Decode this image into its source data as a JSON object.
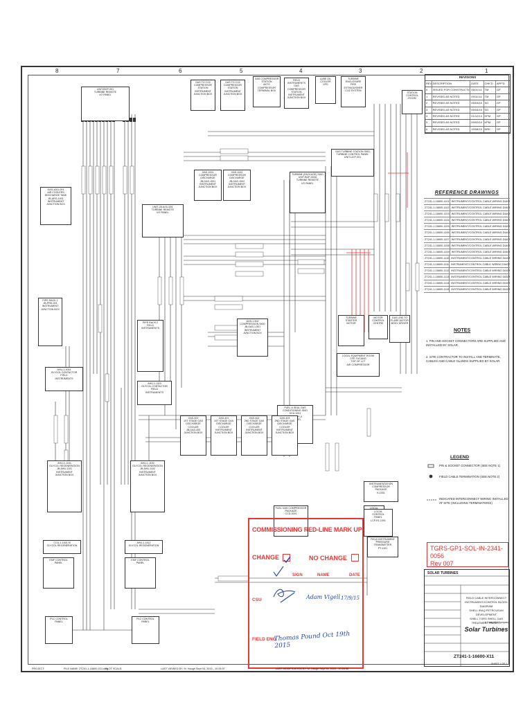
{
  "zones_top": [
    "8",
    "7",
    "6",
    "5",
    "4",
    "3",
    "2",
    "1"
  ],
  "revisions": {
    "title": "REVISIONS",
    "headers": [
      "REV",
      "DESCRIPTION",
      "DATE",
      "CHK'D",
      "APP'D"
    ],
    "rows": [
      [
        "0",
        "ISSUED FOR CONSTRUCTION",
        "08/11/14",
        "TM",
        "GP"
      ],
      [
        "1",
        "REVISED AS NOTED",
        "09/11/14",
        "TM",
        "GP"
      ],
      [
        "2",
        "REVISED AS NOTED",
        "05/03/15",
        "SG",
        "GP"
      ],
      [
        "3",
        "REVISED AS NOTED",
        "05/04/15",
        "SG",
        "GP"
      ],
      [
        "4",
        "REVISED AS NOTED",
        "01/12/14",
        "KPM",
        "GP"
      ],
      [
        "5",
        "REVISED AS NOTED",
        "09/02/14",
        "KPM",
        "GP"
      ],
      [
        "6",
        "REVISED AS NOTED",
        "19/08/15",
        "NRK",
        "GP"
      ]
    ]
  },
  "reference": {
    "title": "REFERENCE DRAWINGS",
    "rows": [
      [
        "ZT241-1-16600-1101",
        "INSTRUMENT/CONTROL CABLE WIRING DIAGRAM"
      ],
      [
        "ZT241-1-16600-1102",
        "INSTRUMENT/CONTROL CABLE WIRING DIAGRAM"
      ],
      [
        "ZT241-1-16600-1103",
        "INSTRUMENT/CONTROL CABLE WIRING DIAGRAM"
      ],
      [
        "ZT241-1-16600-1104",
        "INSTRUMENT/CONTROL CABLE WIRING DIAGRAM"
      ],
      [
        "ZT241-1-16600-1105",
        "INSTRUMENT/CONTROL CABLE WIRING DIAGRAM"
      ],
      [
        "ZT241-1-16600-1106",
        "INSTRUMENT/CONTROL CABLE WIRING DIAGRAM"
      ],
      [
        "ZT241-1-16600-1107",
        "INSTRUMENT/CONTROL CABLE WIRING DIAGRAM"
      ],
      [
        "ZT241-1-16600-1108",
        "INSTRUMENT/CONTROL CABLE WIRING DIAGRAM"
      ],
      [
        "ZT241-1-16600-1109",
        "INSTRUMENT/CONTROL CABLE WIRING DIAGRAM"
      ],
      [
        "ZT241-1-16600-1110",
        "INSTRUMENT/CONTROL CABLE WIRING DIAGRAM"
      ],
      [
        "ZT241-1-16600-1111",
        "INSTRUMENT/CONTROL CABLE WIRING DIAGRAM"
      ],
      [
        "ZT241-1-16600-1112",
        "INSTRUMENT/CONTROL CABLE WIRING DIAGRAM"
      ],
      [
        "ZT241-1-16600-1113",
        "INSTRUMENT/CONTROL CABLE WIRING DIAGRAM"
      ],
      [
        "ZT241-1-16600-1114",
        "INSTRUMENT/CONTROL CABLE WIRING DIAGRAM"
      ],
      [
        "ZT241-1-16600-1115",
        "INSTRUMENT/CONTROL CABLE WIRING DIAGRAM"
      ]
    ]
  },
  "notes": {
    "title": "NOTES",
    "items": [
      "1.  PIN AND SOCKET CONNECTORS ARE SUPPLIED AND INSTALLED BY SOLAR.",
      "2.  SITE CONTRACTOR TO INSTALL AND TERMINATE, CABLES AND CABLE GLANDS SUPPLIED BY SOLAR."
    ]
  },
  "legend": {
    "title": "LEGEND",
    "items": [
      "PIN & SOCKET CONNECTOR (SEE NOTE 1)",
      "FIELD CABLE TERMINATION (SEE NOTE 2)",
      "INDICATED INTERCONNECT WIRING INSTALLED AT SITE (INCLUDING TERMINATIONS)"
    ]
  },
  "doc_stamp": {
    "line1": "TGRS-GP1-SOL-IN-2341-0056",
    "line2": "Rev 007"
  },
  "redline": {
    "title": "COMMISSIONING RED-LINE MARK UP",
    "change": "CHANGE",
    "no_change": "NO CHANGE",
    "cols": [
      "SIGN",
      "NAME",
      "DATE"
    ],
    "csu": "CSU",
    "field_eng": "FIELD ENG",
    "csu_name": "Adam Vigell",
    "csu_date": "17/9/15",
    "fe_signature": "Thomas Pound Oct 19th 2015"
  },
  "title_block": {
    "company_short": "SOLAR TURBINES",
    "desc": [
      "FIELD CABLE INTERCONNECT",
      "INSTRUMENT/CONTROL BLOCK DIAGRAM",
      "SHELL IRAQ PETROLEUM DEVELOPMENT",
      "SHELL TGRS SHELL GAS TREATMENT FACILITY"
    ],
    "logo": "Solar Turbines",
    "logo_sub": "A Caterpillar Company",
    "drawing_no": "ZT241-1-16600-X11",
    "sheet": "SHEET 1 OF 1"
  },
  "footer": {
    "project": "PROJECT:",
    "file": "FILE NAME: ZT241-1-16600-X11.dwg",
    "plot": "PLOT SCALE:",
    "last_viewed": "LAST VIEWED BY: M. Haugh Sept 04, 2015 - 10:28:57",
    "last_mod": "LAST MODIFICATION BY: M. Haugh Sept 04, 2015 - 10:28:58"
  },
  "boxes": [
    {
      "id": "b1",
      "t": "UNIT-BOP-001\nTURBINE REMOTE\nI/O PANEL"
    },
    {
      "id": "b2",
      "t": "GAS TO CO2\nCOMPRESSOR STATION\nINSTRUMENT\nJUNCTION BOX"
    },
    {
      "id": "b3",
      "t": "GAS TO CO2\nCOMPRESSOR STATION\nINSTRUMENT\nJUNCTION BOX"
    },
    {
      "id": "b4",
      "t": "GAS COMPRESSOR\nSTATION\nAKTO\nCOMPRESSOR\nTERMINAL BOX"
    },
    {
      "id": "b5",
      "t": "FIELD INSTRUMENTS\nGAS COMPRESSOR\nSTATION\nINSTRUMENT\nJUNCTION BOX"
    },
    {
      "id": "b6",
      "t": "LUBE OIL COOLER\nVFD"
    },
    {
      "id": "b7",
      "t": "TURBINE ENCLOSURE\nFIRE EXTINGUISHER\nCO2 SYSTEM"
    },
    {
      "id": "b8",
      "t": "STATION\nCONTROL\nROOM"
    },
    {
      "id": "b9",
      "t": "GAS-1001-001\nAIR COOLERS DISCHARGE TANK\nJB-ARG-1001\nINSTRUMENT\nJUNCTION BOX"
    },
    {
      "id": "b10",
      "t": "UNIT-28-AOU-001\nTURBINE REMOTE\nI/O PANEL"
    },
    {
      "id": "b11",
      "t": "GAS-1001\nCOMPRESSOR DISCHARGE\nJB-GAS-1001\nINSTRUMENT\nJUNCTION BOX"
    },
    {
      "id": "b12",
      "t": "GAS-1002\nCOMPRESSOR DISCHARGE\nJB-GAS-1002\nINSTRUMENT\nJUNCTION BOX"
    },
    {
      "id": "b13",
      "t": "TURBINE (PACKAGE) SKID\nUNIT-BOP-002A\nTURBINE REMOTE\nI/O PANEL"
    },
    {
      "id": "b14",
      "t": "GAS TURBINE STATION SKID\nTURBINE CONTROL PANEL\nUNIT-UCP-001"
    },
    {
      "id": "b15",
      "t": "PIPE RACK 1\nJB-PRK-001\nINSTRUMENT\nJUNCTION BOX"
    },
    {
      "id": "b16",
      "t": "PIPE RACK 2\nFIELD\nINSTRUMENTS"
    },
    {
      "id": "b17",
      "t": "GAS-1-502\nCOMPRESSION SKID\nJB-GAS-1-501\nINSTRUMENT\nJUNCTION BOX"
    },
    {
      "id": "b18",
      "t": "TURBINE\nSTARTER\nMOTOR"
    },
    {
      "id": "b19",
      "t": "MOTOR\nCONTROL\nCENTRE"
    },
    {
      "id": "b20",
      "t": "GAS LINE TO\nFLARE MOTOR\nBODY DRIVER"
    },
    {
      "id": "b21",
      "t": "LOCAL EQUIPMENT ROOM\nCFE-TUCANG\nTOP OF LCT\nAIR COMPRESSOR"
    },
    {
      "id": "b22",
      "t": "AHU-1-1001\nGLYCOL CONTACTOR\nFIELD\nINSTRUMENTS"
    },
    {
      "id": "b23",
      "t": "AHU-1-1110\nGLYCOL CONTACTOR\nFIELD\nINSTRUMENTS"
    },
    {
      "id": "b24",
      "t": "FUEL & SEAL GAS\nCONDITIONING SKID\nSCU-1001\nUNIT-BOP-X\nI/O PANEL"
    },
    {
      "id": "b25",
      "t": "GAS-400\n1ST STAGE GAS\nDISCHARGE COOLER\nJB-GAS-400\nJUNCTION BOX"
    },
    {
      "id": "b26",
      "t": "GAS-401\n1ST STAGE GAS\nDISCHARGE COOLER\nINSTRUMENT\nJUNCTION BOX"
    },
    {
      "id": "b27",
      "t": "GAS-402\n2ND STAGE GAS\nDISCHARGE COOLER\nINSTRUMENT\nJUNCTION BOX"
    },
    {
      "id": "b28",
      "t": "GAS-403\n2ND STAGE GAS\nDISCHARGE COOLER\nINSTRUMENT\nJUNCTION BOX"
    },
    {
      "id": "b29",
      "t": "AHU-1-1101\nGLYCOL REGENERATION\nJB-AHU-1101\nINSTRUMENT\nJUNCTION BOX"
    },
    {
      "id": "b30",
      "t": "AHU-1-1102\nGLYCOL REGENERATION\nJB-AHU-1102\nINSTRUMENT\nJUNCTION BOX"
    },
    {
      "id": "b31",
      "t": "FUEL GAS COMPRESSOR\nPACKAGE\nCCD-1001"
    },
    {
      "id": "b32",
      "t": "LOCAL\nCONTROL\nPANEL"
    },
    {
      "id": "b33",
      "t": "INSTRUMENTATION\nCOMPRESSOR\nPACKAGE\nK-1001"
    },
    {
      "id": "b34",
      "t": "LOCAL\nCONTROL\nPANEL\nLCP-K1-1001"
    },
    {
      "id": "b35",
      "t": "FIELD INSTRUMENT\nPRESSURE TRANSMITTER\nPT-1101"
    },
    {
      "id": "b36",
      "t": "CCU-1-1401 M\nGLYCOL REGENERATION"
    },
    {
      "id": "b37",
      "t": "EMF CONTROL\nPANEL"
    },
    {
      "id": "b38",
      "t": "AHU-1-1412\nGLYCOL REGENERATION"
    },
    {
      "id": "b39",
      "t": "EMF CONTROL\nPANEL"
    },
    {
      "id": "b40",
      "t": "PLC CONTROL\nPANEL"
    },
    {
      "id": "b41",
      "t": "PLC CONTROL\nPANEL"
    }
  ]
}
